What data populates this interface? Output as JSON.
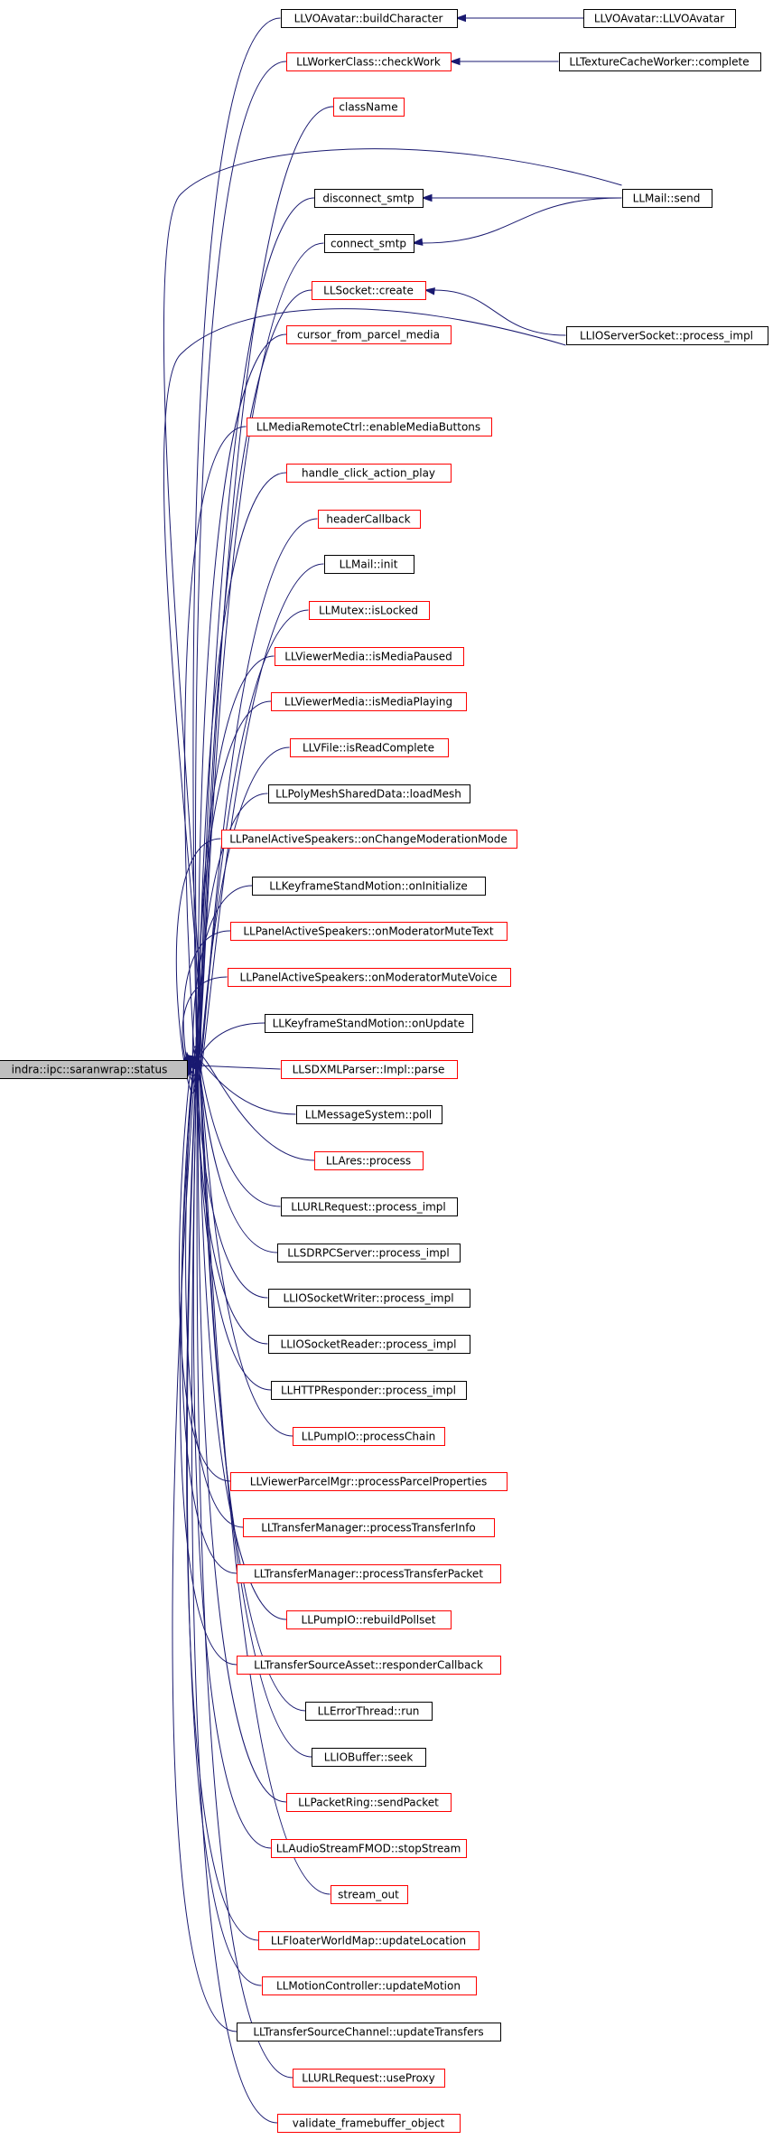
{
  "root": {
    "label": "indra::ipc::saranwrap::status",
    "fill": "#bfbfbf",
    "border": "#000000"
  },
  "colors": {
    "edge": "#191970",
    "red_border": "#ff0000",
    "black_border": "#000000",
    "root_fill": "#bfbfbf"
  },
  "nodes": [
    {
      "id": "buildCharacter",
      "label": "LLVOAvatar::buildCharacter",
      "border": "black"
    },
    {
      "id": "checkWork",
      "label": "LLWorkerClass::checkWork",
      "border": "red"
    },
    {
      "id": "className",
      "label": "className",
      "border": "red"
    },
    {
      "id": "disconnect_smtp",
      "label": "disconnect_smtp",
      "border": "black"
    },
    {
      "id": "connect_smtp",
      "label": "connect_smtp",
      "border": "black"
    },
    {
      "id": "socket_create",
      "label": "LLSocket::create",
      "border": "red"
    },
    {
      "id": "cursor_from_parcel_media",
      "label": "cursor_from_parcel_media",
      "border": "red"
    },
    {
      "id": "enableMediaButtons",
      "label": "LLMediaRemoteCtrl::enableMediaButtons",
      "border": "red"
    },
    {
      "id": "handle_click_action_play",
      "label": "handle_click_action_play",
      "border": "red"
    },
    {
      "id": "headerCallback",
      "label": "headerCallback",
      "border": "red"
    },
    {
      "id": "mail_init",
      "label": "LLMail::init",
      "border": "black"
    },
    {
      "id": "isLocked",
      "label": "LLMutex::isLocked",
      "border": "red"
    },
    {
      "id": "isMediaPaused",
      "label": "LLViewerMedia::isMediaPaused",
      "border": "red"
    },
    {
      "id": "isMediaPlaying",
      "label": "LLViewerMedia::isMediaPlaying",
      "border": "red"
    },
    {
      "id": "isReadComplete",
      "label": "LLVFile::isReadComplete",
      "border": "red"
    },
    {
      "id": "loadMesh",
      "label": "LLPolyMeshSharedData::loadMesh",
      "border": "black"
    },
    {
      "id": "onChangeModerationMode",
      "label": "LLPanelActiveSpeakers::onChangeModerationMode",
      "border": "red"
    },
    {
      "id": "onInitialize",
      "label": "LLKeyframeStandMotion::onInitialize",
      "border": "black"
    },
    {
      "id": "onModeratorMuteText",
      "label": "LLPanelActiveSpeakers::onModeratorMuteText",
      "border": "red"
    },
    {
      "id": "onModeratorMuteVoice",
      "label": "LLPanelActiveSpeakers::onModeratorMuteVoice",
      "border": "red"
    },
    {
      "id": "onUpdate",
      "label": "LLKeyframeStandMotion::onUpdate",
      "border": "black"
    },
    {
      "id": "sdxml_parse",
      "label": "LLSDXMLParser::Impl::parse",
      "border": "red"
    },
    {
      "id": "poll",
      "label": "LLMessageSystem::poll",
      "border": "black"
    },
    {
      "id": "ares_process",
      "label": "LLAres::process",
      "border": "red"
    },
    {
      "id": "urlrequest_process_impl",
      "label": "LLURLRequest::process_impl",
      "border": "black"
    },
    {
      "id": "sdrpc_process_impl",
      "label": "LLSDRPCServer::process_impl",
      "border": "black"
    },
    {
      "id": "writer_process_impl",
      "label": "LLIOSocketWriter::process_impl",
      "border": "black"
    },
    {
      "id": "reader_process_impl",
      "label": "LLIOSocketReader::process_impl",
      "border": "black"
    },
    {
      "id": "http_process_impl",
      "label": "LLHTTPResponder::process_impl",
      "border": "black"
    },
    {
      "id": "processChain",
      "label": "LLPumpIO::processChain",
      "border": "red"
    },
    {
      "id": "processParcelProperties",
      "label": "LLViewerParcelMgr::processParcelProperties",
      "border": "red"
    },
    {
      "id": "processTransferInfo",
      "label": "LLTransferManager::processTransferInfo",
      "border": "red"
    },
    {
      "id": "processTransferPacket",
      "label": "LLTransferManager::processTransferPacket",
      "border": "red"
    },
    {
      "id": "rebuildPollset",
      "label": "LLPumpIO::rebuildPollset",
      "border": "red"
    },
    {
      "id": "responderCallback",
      "label": "LLTransferSourceAsset::responderCallback",
      "border": "red"
    },
    {
      "id": "errorthread_run",
      "label": "LLErrorThread::run",
      "border": "black"
    },
    {
      "id": "iobuffer_seek",
      "label": "LLIOBuffer::seek",
      "border": "black"
    },
    {
      "id": "sendPacket",
      "label": "LLPacketRing::sendPacket",
      "border": "red"
    },
    {
      "id": "stopStream",
      "label": "LLAudioStreamFMOD::stopStream",
      "border": "red"
    },
    {
      "id": "stream_out",
      "label": "stream_out",
      "border": "red"
    },
    {
      "id": "updateLocation",
      "label": "LLFloaterWorldMap::updateLocation",
      "border": "red"
    },
    {
      "id": "updateMotion",
      "label": "LLMotionController::updateMotion",
      "border": "red"
    },
    {
      "id": "updateTransfers",
      "label": "LLTransferSourceChannel::updateTransfers",
      "border": "black"
    },
    {
      "id": "useProxy",
      "label": "LLURLRequest::useProxy",
      "border": "red"
    },
    {
      "id": "validate_framebuffer_object",
      "label": "validate_framebuffer_object",
      "border": "red"
    }
  ],
  "outer_nodes": [
    {
      "id": "llvoavatar_ctor",
      "label": "LLVOAvatar::LLVOAvatar",
      "border": "black"
    },
    {
      "id": "texturecache_complete",
      "label": "LLTextureCacheWorker::complete",
      "border": "black"
    },
    {
      "id": "mail_send",
      "label": "LLMail::send",
      "border": "black"
    },
    {
      "id": "ioserversocket_process_impl",
      "label": "LLIOServerSocket::process_impl",
      "border": "black"
    }
  ],
  "calls_to_root": [
    "buildCharacter",
    "checkWork",
    "className",
    "disconnect_smtp",
    "connect_smtp",
    "socket_create",
    "cursor_from_parcel_media",
    "enableMediaButtons",
    "handle_click_action_play",
    "headerCallback",
    "mail_init",
    "isLocked",
    "isMediaPaused",
    "isMediaPlaying",
    "isReadComplete",
    "loadMesh",
    "onChangeModerationMode",
    "onInitialize",
    "onModeratorMuteText",
    "onModeratorMuteVoice",
    "onUpdate",
    "sdxml_parse",
    "poll",
    "ares_process",
    "urlrequest_process_impl",
    "sdrpc_process_impl",
    "writer_process_impl",
    "reader_process_impl",
    "http_process_impl",
    "processChain",
    "processParcelProperties",
    "processTransferInfo",
    "processTransferPacket",
    "rebuildPollset",
    "responderCallback",
    "errorthread_run",
    "iobuffer_seek",
    "sendPacket",
    "stopStream",
    "stream_out",
    "updateLocation",
    "updateMotion",
    "updateTransfers",
    "useProxy",
    "validate_framebuffer_object",
    "mail_send",
    "ioserversocket_process_impl"
  ],
  "calls_between": [
    {
      "from": "llvoavatar_ctor",
      "to": "buildCharacter"
    },
    {
      "from": "texturecache_complete",
      "to": "checkWork"
    },
    {
      "from": "mail_send",
      "to": "disconnect_smtp"
    },
    {
      "from": "mail_send",
      "to": "connect_smtp"
    },
    {
      "from": "ioserversocket_process_impl",
      "to": "socket_create"
    }
  ]
}
